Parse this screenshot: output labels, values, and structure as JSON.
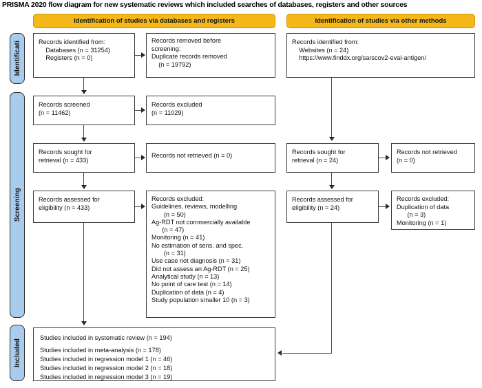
{
  "title": "PRISMA 2020 flow diagram for new systematic reviews which included searches of databases, registers and other sources",
  "colors": {
    "header_fill": "#f5b81b",
    "header_border": "#cf9400",
    "stage_tab_fill": "#a9cced",
    "box_border": "#3a3a3a",
    "connector": "#4a4a4a",
    "page_background": "#ffffff"
  },
  "headers": {
    "left": "Identification of studies via databases and registers",
    "right": "Identification of studies via other methods"
  },
  "stage_tabs": [
    {
      "name": "identification",
      "label": "Identificati"
    },
    {
      "name": "screening",
      "label": "Screening"
    },
    {
      "name": "included",
      "label": "Included"
    }
  ],
  "left_column": {
    "identified": "Records identified from:\n    Databases (n = 31254)\n    Registers (n = 0)",
    "removed": "Records removed before\nscreening:\nDuplicate records removed\n    (n = 19792)",
    "screened": "Records screened\n(n = 11462)",
    "excluded_screened": "Records excluded\n(n = 11029)",
    "sought": "Records sought for\nretrieval (n = 433)",
    "not_retrieved": "Records not retrieved (n = 0)",
    "assessed": "Records assessed for\neligibility (n = 433)",
    "excluded_eligibility": "Records excluded:\nGuidelines, reviews, modelling\n       (n = 50)\nAg-RDT not commercially available\n      (n = 47)\nMonitoring (n = 41)\nNo estimation of sens. and spec.\n       (n = 31)\nUse case not diagnosis (n = 31)\nDid not assess an Ag-RDT (n = 25)\nAnalytical study (n = 13)\nNo point of care test (n = 14)\nDuplication of data (n = 4)\nStudy population smaller 10 (n = 3)"
  },
  "right_column": {
    "identified": "Records identified from:\n    Websites (n = 24)\n    https://www.finddx.org/sarscov2-eval-antigen/",
    "sought": "Records sought for\nretrieval (n = 24)",
    "not_retrieved": "Records not retrieved\n(n = 0)",
    "assessed": "Records assessed for\neligibility (n = 24)",
    "excluded_eligibility": "Records excluded:\nDuplication of data\n      (n = 3)\nMonitoring (n = 1)"
  },
  "included_box": {
    "line1": "Studies included in systematic review (n = 194)",
    "line2": "Studies included in meta-analysis (n = 178)",
    "line3": "Studies included in regression model 1  (n = 46)",
    "line4": "Studies included in regression model 2 (n = 18)",
    "line5": "Studies included in regression model 3 (n = 19)"
  }
}
